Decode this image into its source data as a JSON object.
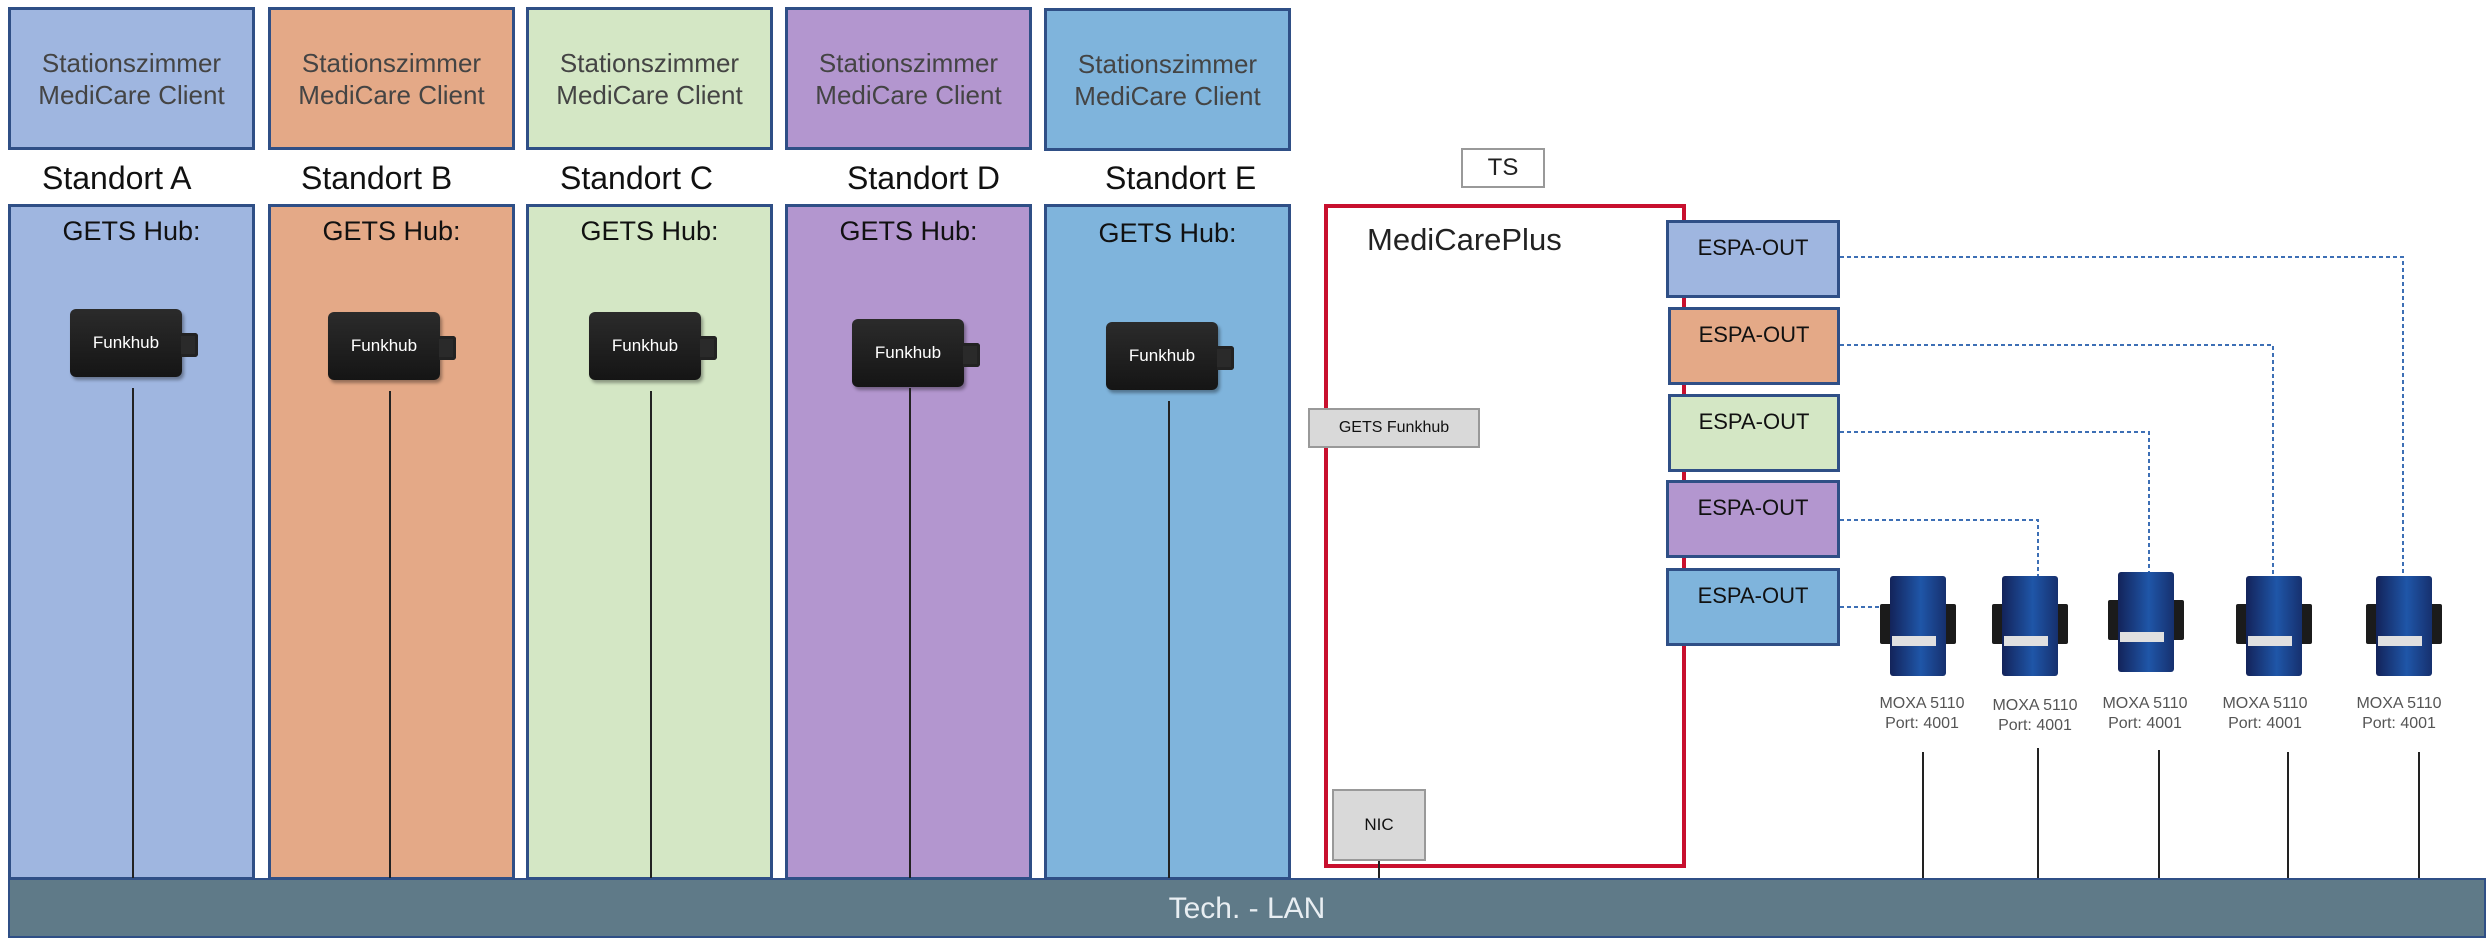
{
  "clients": [
    {
      "label": "Stationszimmer\nMediCare Client",
      "color": "#9fb6e0"
    },
    {
      "label": "Stationszimmer\nMediCare Client",
      "color": "#e4a987"
    },
    {
      "label": "Stationszimmer\nMediCare Client",
      "color": "#d4e7c5"
    },
    {
      "label": "Stationszimmer\nMediCare Client",
      "color": "#b396cf"
    },
    {
      "label": "Stationszimmer\nMediCare Client",
      "color": "#7fb4dc"
    }
  ],
  "standorte": [
    {
      "name": "Standort A",
      "hub_title": "GETS Hub:",
      "hub_label": "Funkhub"
    },
    {
      "name": "Standort B",
      "hub_title": "GETS Hub:",
      "hub_label": "Funkhub"
    },
    {
      "name": "Standort C",
      "hub_title": "GETS Hub:",
      "hub_label": "Funkhub"
    },
    {
      "name": "Standort D",
      "hub_title": "GETS Hub:",
      "hub_label": "Funkhub"
    },
    {
      "name": "Standort E",
      "hub_title": "GETS Hub:",
      "hub_label": "Funkhub"
    }
  ],
  "ts_label": "TS",
  "medicare": {
    "title": "MediCarePlus",
    "gets_funkhub": "GETS Funkhub",
    "nic": "NIC",
    "border_color": "#c8102e"
  },
  "espa": [
    {
      "label": "ESPA-OUT",
      "color": "#9fb6e0"
    },
    {
      "label": "ESPA-OUT",
      "color": "#e4a987"
    },
    {
      "label": "ESPA-OUT",
      "color": "#d4e7c5"
    },
    {
      "label": "ESPA-OUT",
      "color": "#b396cf"
    },
    {
      "label": "ESPA-OUT",
      "color": "#7fb4dc"
    }
  ],
  "moxa": [
    {
      "label": "MOXA 5110\nPort: 4001"
    },
    {
      "label": "MOXA 5110\nPort: 4001"
    },
    {
      "label": "MOXA 5110\nPort: 4001"
    },
    {
      "label": "MOXA 5110\nPort: 4001"
    },
    {
      "label": "MOXA 5110\nPort: 4001"
    }
  ],
  "lan": {
    "label": "Tech. - LAN",
    "color": "#5f7a88"
  },
  "connector_color": "#3d6fb5"
}
